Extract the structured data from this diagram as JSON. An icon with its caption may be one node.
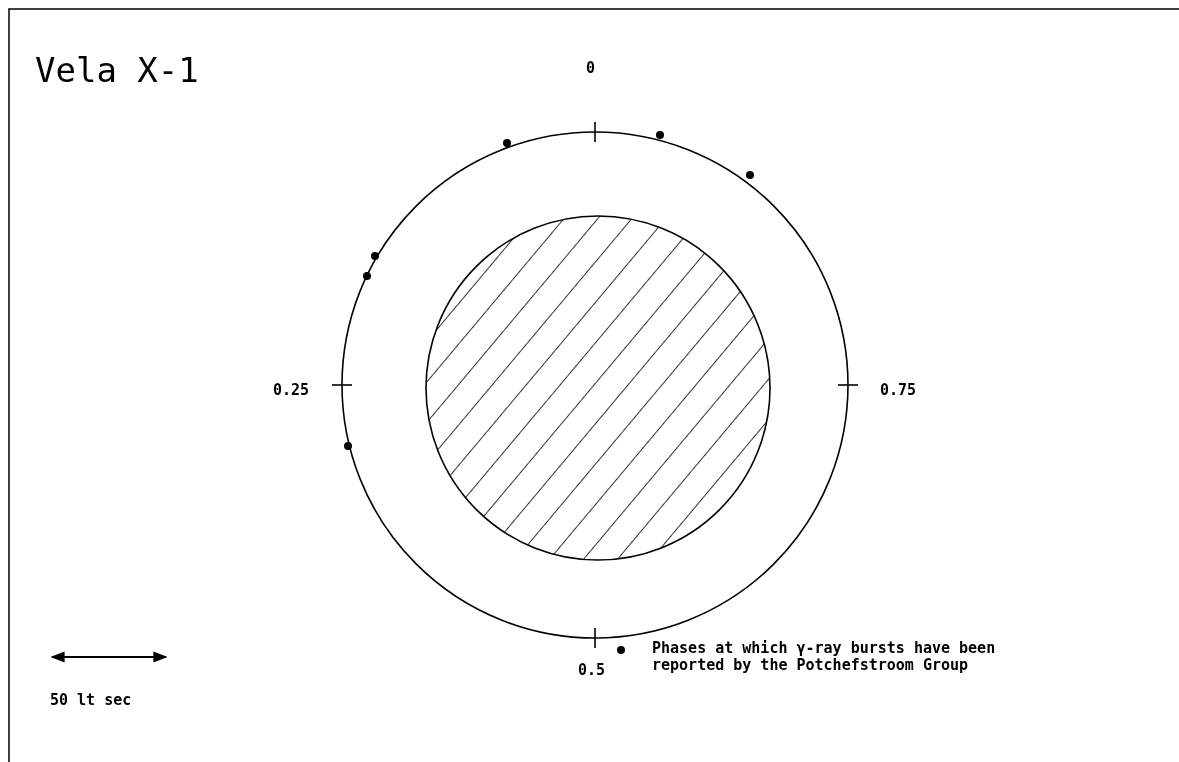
{
  "diagram": {
    "title": "Vela X-1",
    "labels": [
      "0",
      "0.25",
      "0.75",
      "0.5",
      "50 lt sec"
    ],
    "legend": [
      {
        "text": "Phases at which γ-ray bursts have been reported by the Potchefstroom Group"
      }
    ]
  }
}
